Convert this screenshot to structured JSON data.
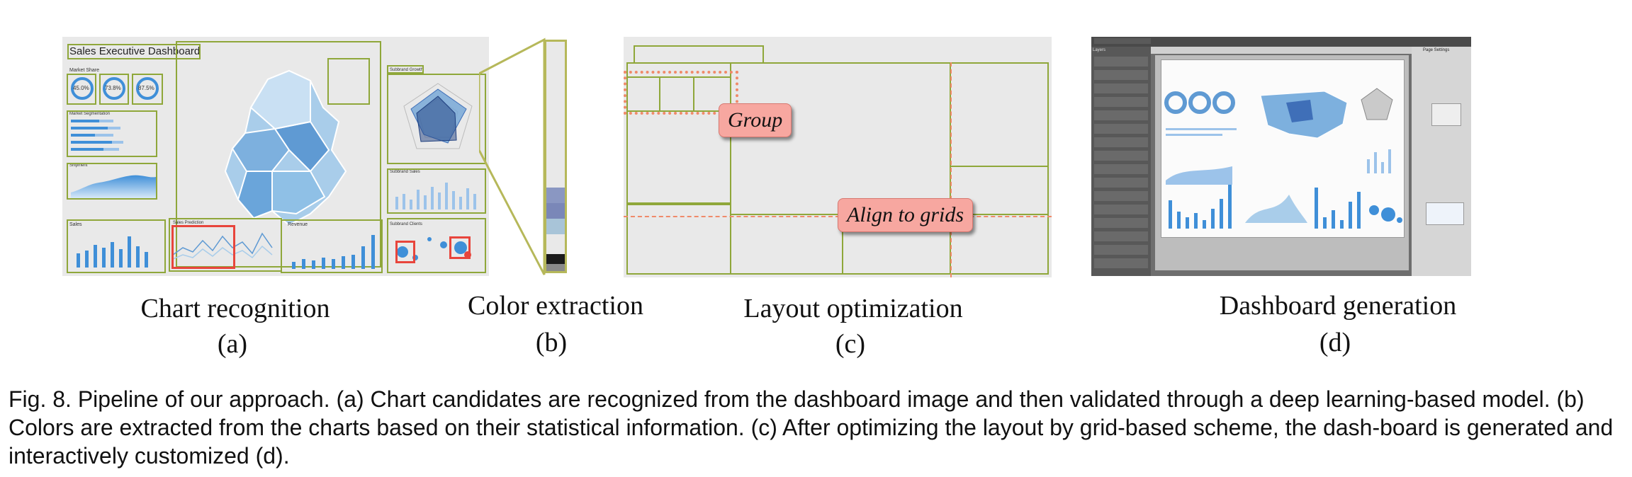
{
  "panel_a": {
    "title": "Sales Executive Dashboard",
    "market_share_label": "Market Share",
    "gauges": [
      "45.0%",
      "73.8%",
      "87.5%"
    ],
    "market_segmentation_label": "Market Segmentation",
    "shipment_label": "Shipment",
    "sales_label": "Sales",
    "sales_prediction_label": "Sales Prediction",
    "revenue_label": "Revenue",
    "subbrand_growth_label": "Subbrand Growth",
    "subbrand_sales_label": "Subbrand Sales",
    "subbrand_clients_label": "Subbrand Clients"
  },
  "panel_b": {
    "swatches": [
      "#8a97c2",
      "#7a87b8",
      "#a8c4d8",
      "#1c1c1c",
      "#8a8a8a"
    ]
  },
  "panel_c": {
    "group_label": "Group",
    "align_label": "Align to grids"
  },
  "panel_d": {
    "sidebar_header": "Layers",
    "settings_header": "Page Settings"
  },
  "captions": [
    {
      "label": "Chart recognition",
      "letter": "(a)"
    },
    {
      "label": "Color extraction",
      "letter": "(b)"
    },
    {
      "label": "Layout optimization",
      "letter": "(c)"
    },
    {
      "label": "Dashboard generation",
      "letter": "(d)"
    }
  ],
  "figure_caption": "Fig. 8. Pipeline of our approach. (a) Chart candidates are recognized from the dashboard image and then validated through a deep learning-based model. (b) Colors are extracted from the charts based on their statistical information. (c) After optimizing the layout by grid-based scheme, the dash-board is generated and interactively customized (d).",
  "colors": {
    "detect_green": "#8fa73a",
    "highlight_red": "#e8453c",
    "chart_blue": "#3f8fd8",
    "grid_orange": "#f08a6a"
  }
}
